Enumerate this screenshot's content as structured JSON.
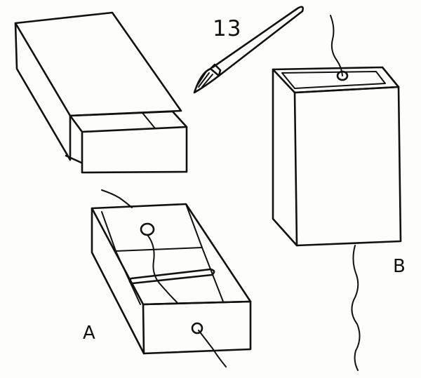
{
  "figure": {
    "number": "13",
    "labels": {
      "a": "A",
      "b": "B"
    }
  },
  "icons": [
    "closed-matchbox-icon",
    "paintbrush-icon",
    "open-matchbox-tray-icon",
    "upright-box-icon",
    "string-icon"
  ],
  "colors": {
    "ink": "#111111",
    "paper": "#fdfdfc"
  }
}
